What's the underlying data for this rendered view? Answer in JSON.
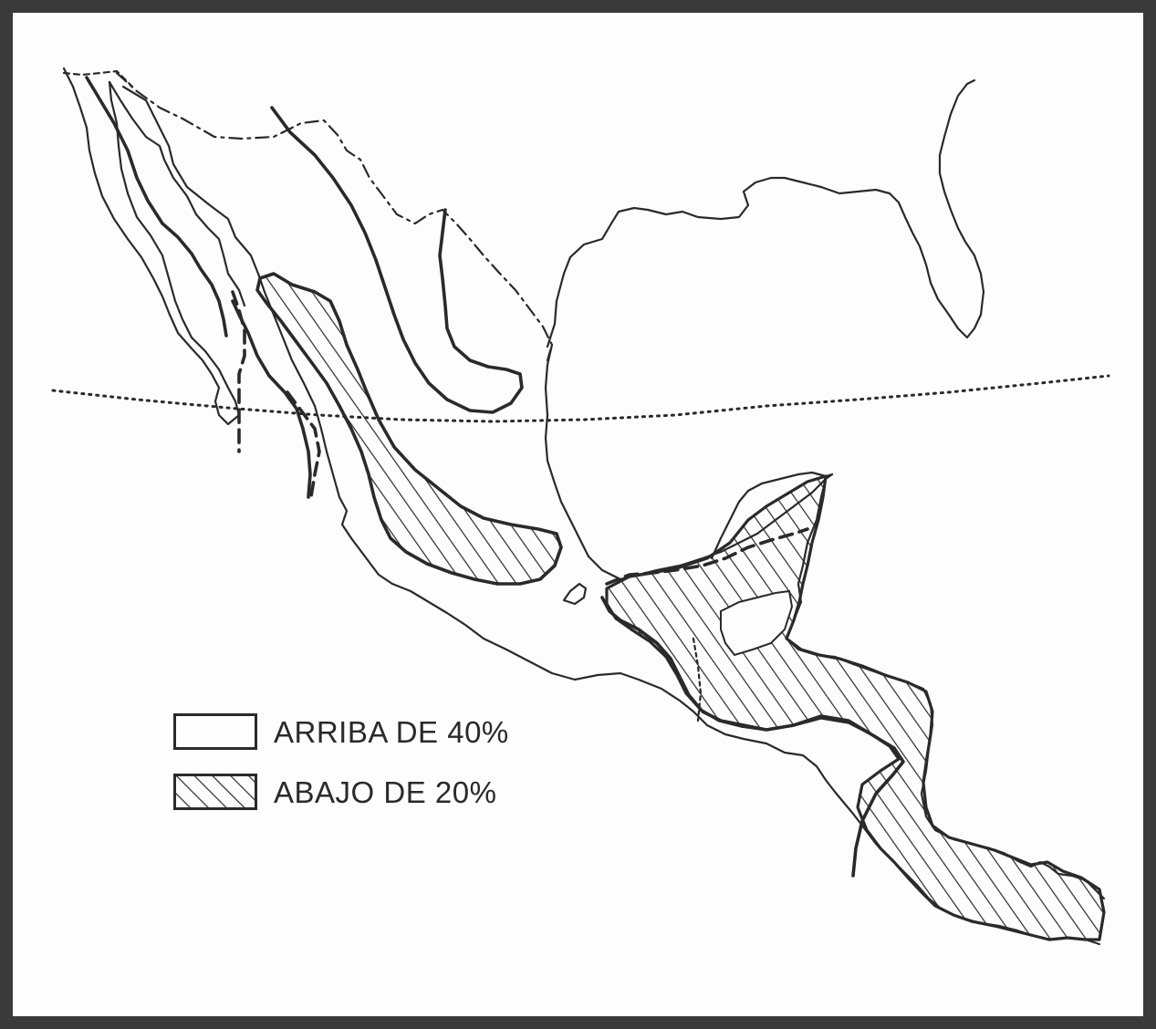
{
  "legend": {
    "items": [
      {
        "label": "ARRIBA DE 40%",
        "fill": "blank"
      },
      {
        "label": "ABAJO DE 20%",
        "fill": "hatched"
      }
    ]
  },
  "colors": {
    "ink": "#2a2a2a",
    "paper": "#fdfdfb",
    "frame": "#3a3a3a"
  }
}
